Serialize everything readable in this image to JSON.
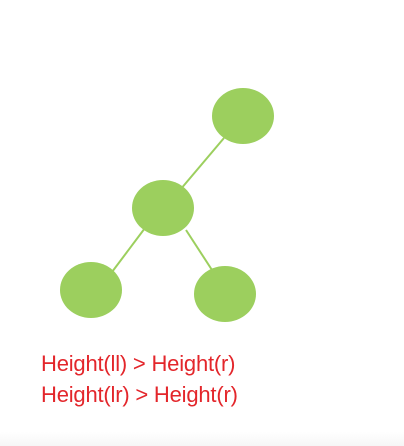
{
  "diagram": {
    "type": "binary-tree",
    "node_color": "#9ccf5e",
    "edge_color": "#9ccf5e",
    "nodes": [
      "root",
      "left-child",
      "left-left-grandchild",
      "left-right-grandchild"
    ],
    "edges": [
      [
        "root",
        "left-child"
      ],
      [
        "left-child",
        "left-left-grandchild"
      ],
      [
        "left-child",
        "left-right-grandchild"
      ]
    ]
  },
  "captions": {
    "color": "#e3262b",
    "line1": "Height(ll) > Height(r)",
    "line2": "Height(lr) > Height(r)"
  }
}
